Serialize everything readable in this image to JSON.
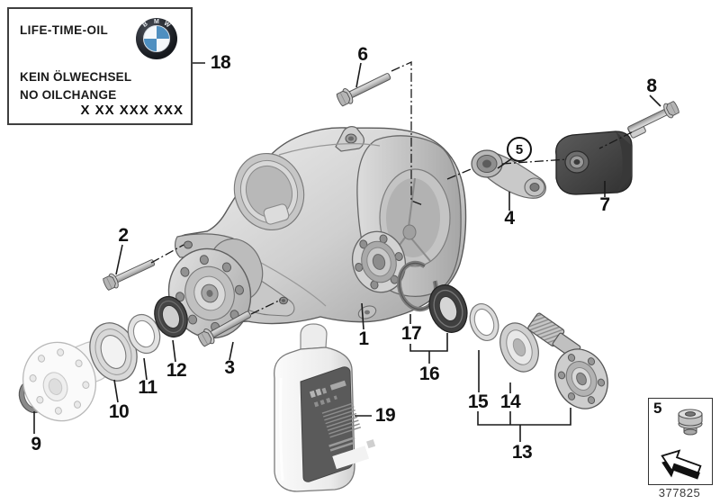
{
  "label_box": {
    "title": "LIFE-TIME-OIL",
    "line_de": "KEIN ÖLWECHSEL",
    "line_en": "NO OILCHANGE",
    "part_code": "X XX XXX XXX",
    "logo_letters": [
      "B",
      "M",
      "W"
    ]
  },
  "callouts": [
    {
      "label": "1"
    },
    {
      "label": "2"
    },
    {
      "label": "3"
    },
    {
      "label": "4"
    },
    {
      "label": "5"
    },
    {
      "label": "6"
    },
    {
      "label": "7"
    },
    {
      "label": "8"
    },
    {
      "label": "9"
    },
    {
      "label": "10"
    },
    {
      "label": "11"
    },
    {
      "label": "12"
    },
    {
      "label": "13"
    },
    {
      "label": "14"
    },
    {
      "label": "15"
    },
    {
      "label": "16"
    },
    {
      "label": "17"
    },
    {
      "label": "18"
    },
    {
      "label": "19"
    }
  ],
  "inset_box": {
    "callout": "5"
  },
  "footer": {
    "drawing_number": "377825"
  },
  "icons": {
    "logo": "bmw-roundel-icon",
    "inset_part": "drain-plug-icon",
    "inset_arrow": "install-direction-arrow-icon"
  },
  "colors": {
    "logo_blue": "#4e8fc0",
    "housing_gray": "#c9c9c9",
    "dark_part": "#474747",
    "line": "#1a1a1a"
  }
}
